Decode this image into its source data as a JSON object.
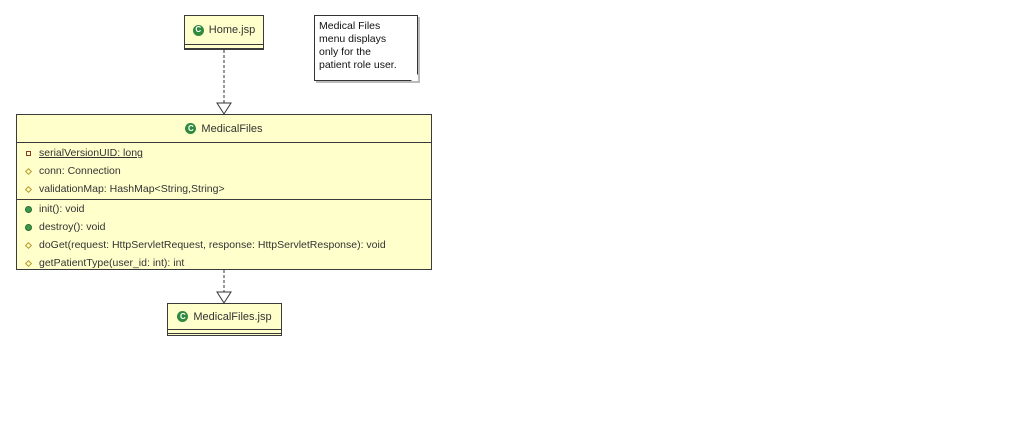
{
  "classes": {
    "home_jsp": {
      "name": "Home.jsp",
      "icon": "class-icon",
      "icon_letter": "C"
    },
    "medical_files": {
      "name": "MedicalFiles",
      "icon": "class-icon",
      "icon_letter": "C",
      "attributes": [
        {
          "text": "serialVersionUID: long",
          "visibility": "private",
          "static": true
        },
        {
          "text": "conn: Connection",
          "visibility": "protected"
        },
        {
          "text": "validationMap: HashMap<String,String>",
          "visibility": "protected"
        }
      ],
      "operations": [
        {
          "text": "init(): void",
          "visibility": "public"
        },
        {
          "text": "destroy(): void",
          "visibility": "public"
        },
        {
          "text": "doGet(request: HttpServletRequest, response: HttpServletResponse): void",
          "visibility": "protected"
        },
        {
          "text": "getPatientType(user_id: int): int",
          "visibility": "protected"
        }
      ]
    },
    "medical_files_jsp": {
      "name": "MedicalFiles.jsp",
      "icon": "class-icon",
      "icon_letter": "C"
    }
  },
  "note": {
    "lines": [
      "Medical Files",
      "menu displays",
      "only for the",
      "patient role user."
    ]
  },
  "relationships": [
    {
      "from": "home_jsp",
      "to": "medical_files",
      "type": "dependency"
    },
    {
      "from": "medical_files",
      "to": "medical_files_jsp",
      "type": "dependency"
    }
  ],
  "colors": {
    "class_fill": "#ffffcc",
    "class_border": "#3a3a3a",
    "icon_green": "#2f8a3e"
  }
}
